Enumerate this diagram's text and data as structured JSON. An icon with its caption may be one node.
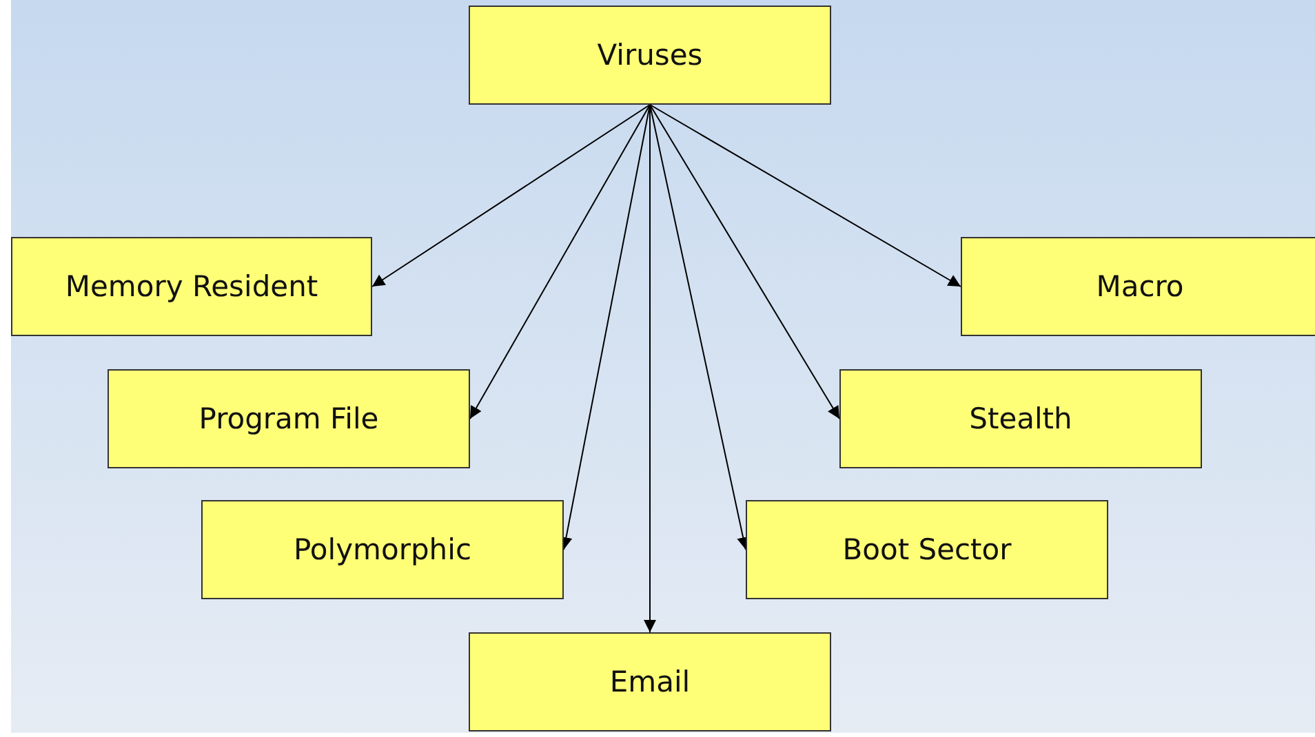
{
  "diagram": {
    "nodes": [
      {
        "text": [
          "Viruses"
        ]
      },
      {
        "text": [
          "Memory Resident"
        ]
      },
      {
        "text": [
          "Macro"
        ]
      },
      {
        "text": [
          "Program File"
        ]
      },
      {
        "text": [
          "Stealth"
        ]
      },
      {
        "text": [
          "Polymorphic"
        ]
      },
      {
        "text": [
          "Boot Sector"
        ]
      },
      {
        "text": [
          "Email"
        ]
      }
    ],
    "edges": [
      {
        "from": 0,
        "to": 1,
        "arrow": "to"
      },
      {
        "from": 0,
        "to": 3,
        "arrow": "to"
      },
      {
        "from": 0,
        "to": 5,
        "arrow": "to"
      },
      {
        "from": 0,
        "to": 7,
        "arrow": "to"
      },
      {
        "from": 0,
        "to": 6,
        "arrow": "to"
      },
      {
        "from": 0,
        "to": 4,
        "arrow": "to"
      },
      {
        "from": 0,
        "to": 2,
        "arrow": "to"
      }
    ]
  }
}
